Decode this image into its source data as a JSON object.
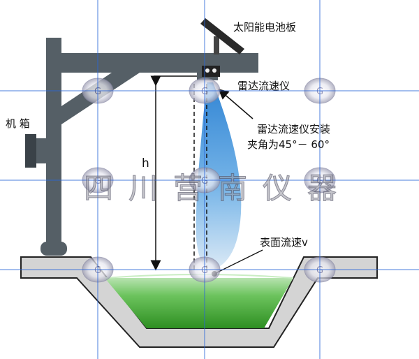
{
  "labels": {
    "solar_panel": "太阳能电池板",
    "radar_meter": "雷达流速仪",
    "install_note_line1": "雷达流速仪安装",
    "install_note_line2": "夹角为45°－ 60°",
    "cabinet": "机 箱",
    "height": "h",
    "surface_velocity": "表面流速v"
  },
  "watermark": "四川营南仪器",
  "colors": {
    "structure": "#555f66",
    "structure_dark": "#3a4248",
    "ground": "#d4d4d4",
    "water": "#3a9a2e",
    "beam": "#3d8fd6",
    "grid": "#2b66d9"
  }
}
